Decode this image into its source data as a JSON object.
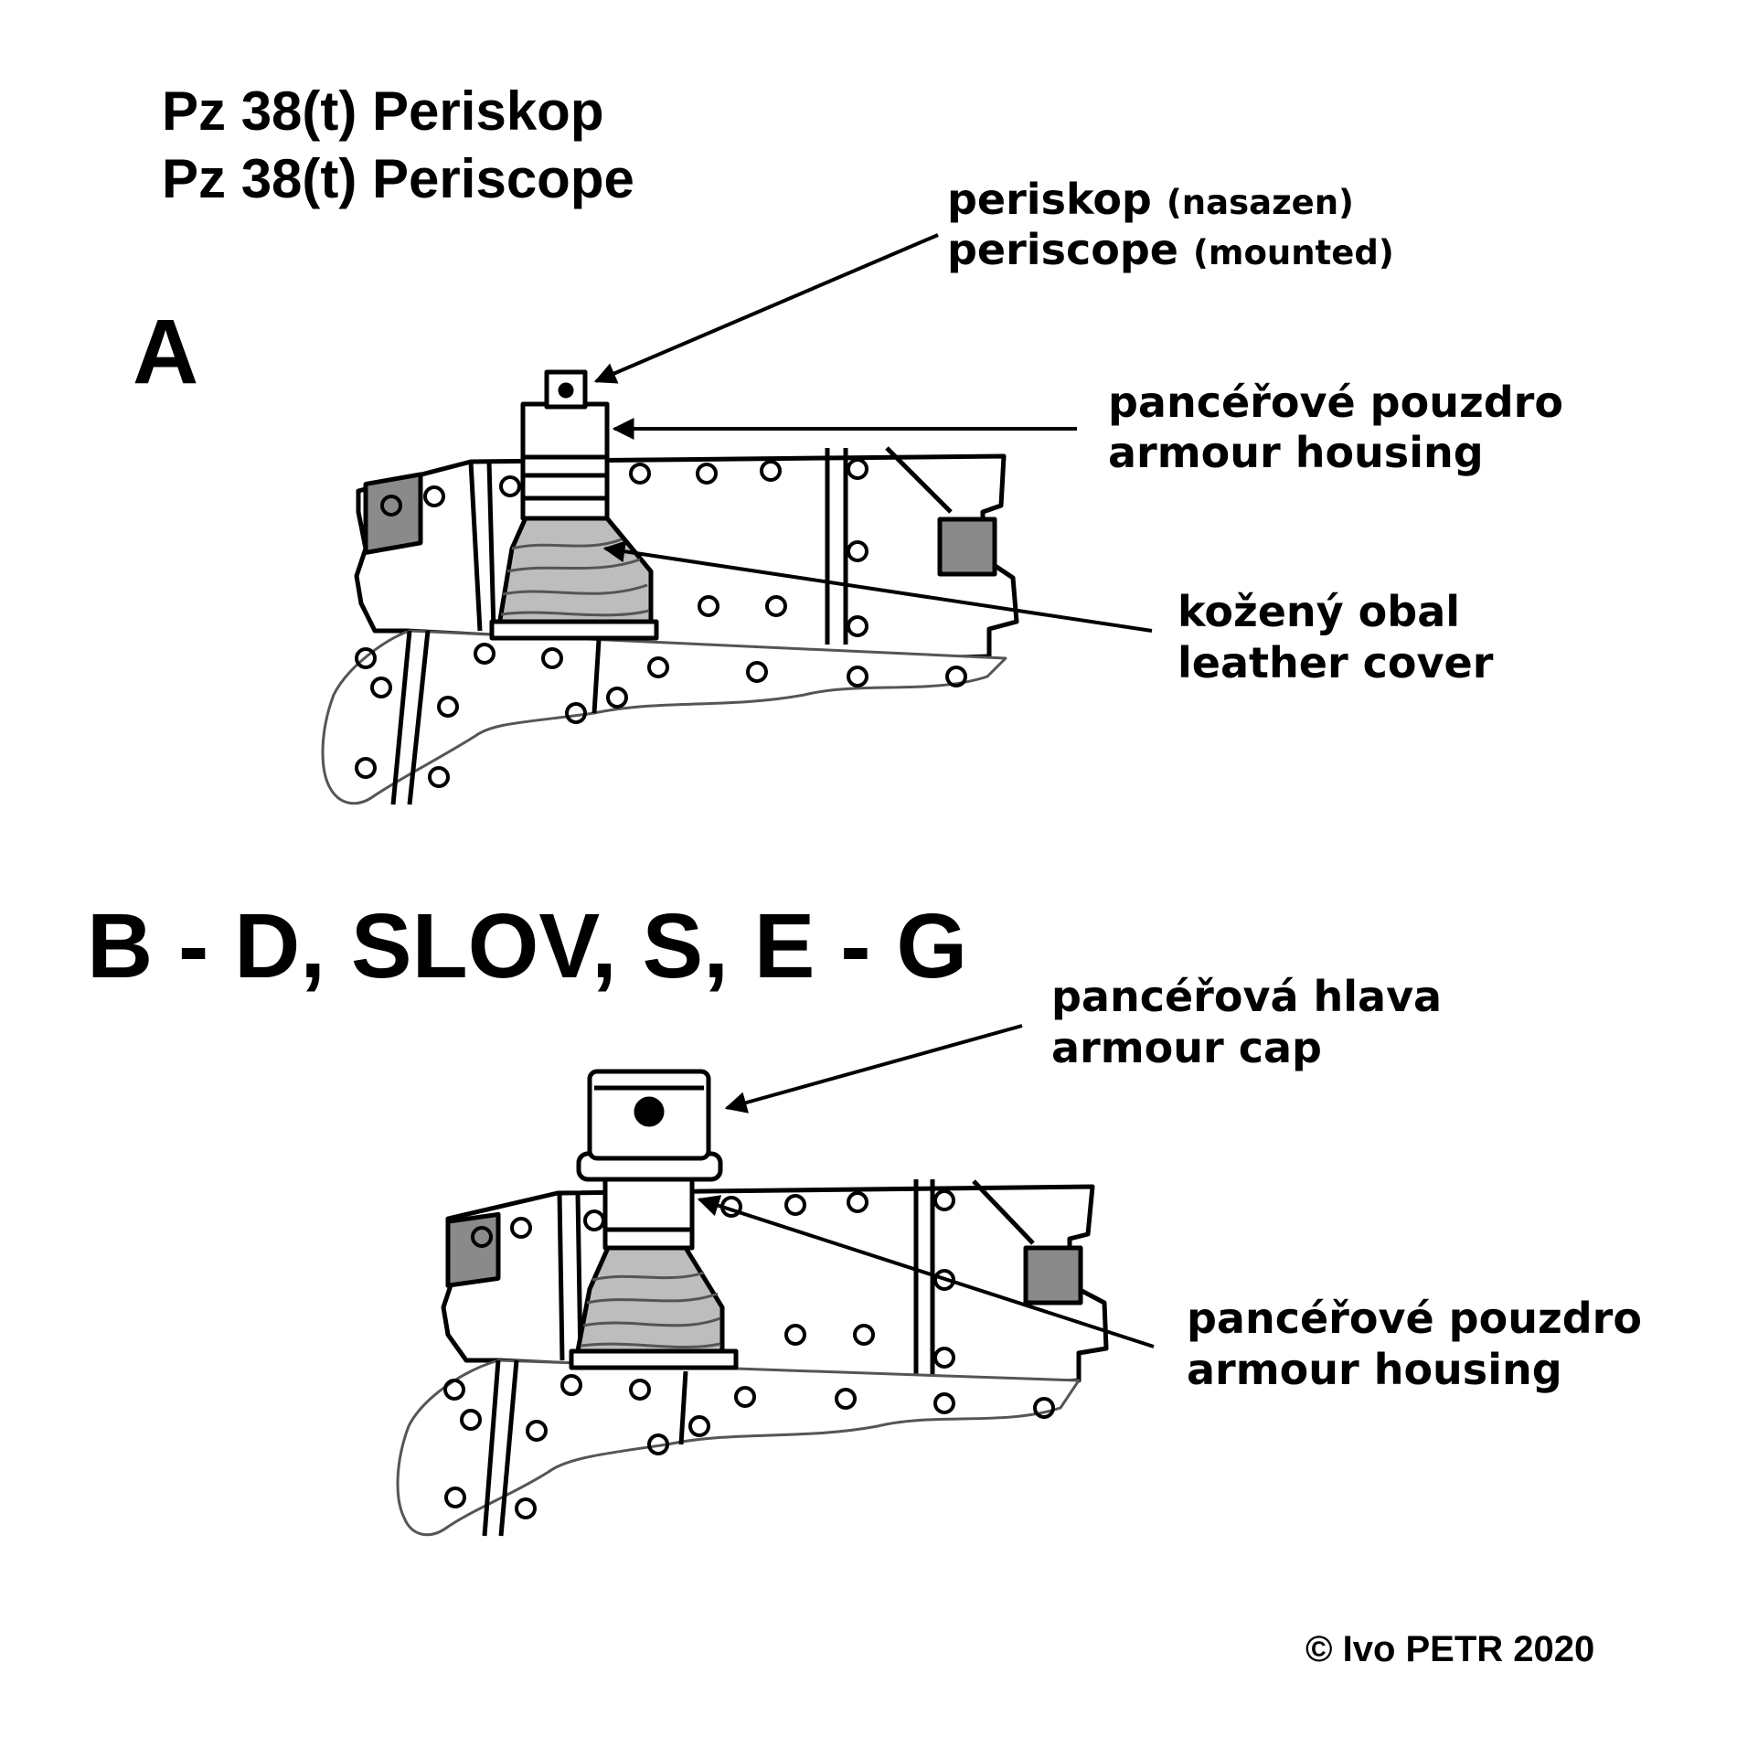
{
  "title": {
    "line1": "Pz 38(t) Periskop",
    "line2": "Pz 38(t) Periscope"
  },
  "panel_a": {
    "variant_label": "A",
    "callouts": {
      "periscope": {
        "cz": "periskop",
        "cz_note": "(nasazen)",
        "en": "periscope",
        "en_note": "(mounted)"
      },
      "housing": {
        "cz": "pancéřové pouzdro",
        "en": "armour housing"
      },
      "leather": {
        "cz": "kožený obal",
        "en": "leather cover"
      }
    }
  },
  "panel_b": {
    "variant_label": "B - D, SLOV, S, E - G",
    "callouts": {
      "cap": {
        "cz": "pancéřová hlava",
        "en": "armour cap"
      },
      "housing": {
        "cz": "pancéřové pouzdro",
        "en": "armour housing"
      }
    }
  },
  "copyright": "© Ivo PETR  2020",
  "colors": {
    "ink": "#000000",
    "leather": "#bdbdbd",
    "shade": "#7a7a7a",
    "paper": "#ffffff"
  }
}
